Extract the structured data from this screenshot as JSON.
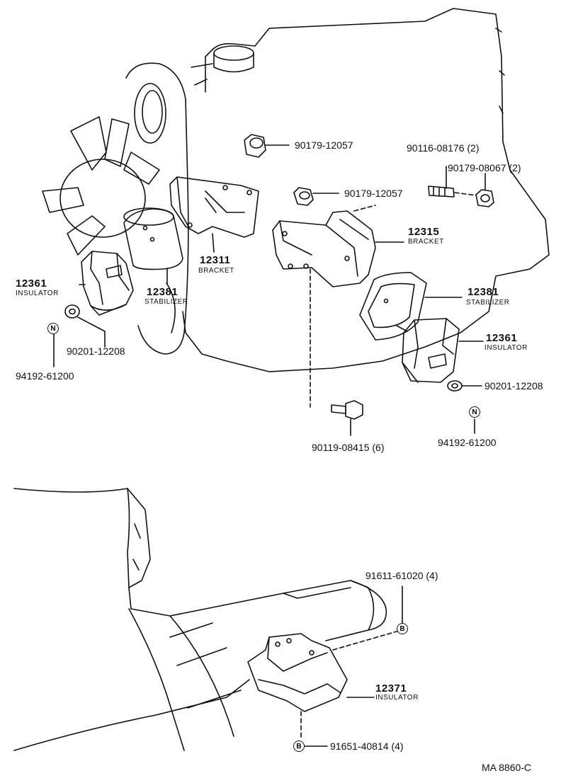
{
  "callouts": {
    "nut_left": "90179-12057",
    "nut_mid": "90179-12057",
    "stud": "90116-08176 (2)",
    "nut_right": "90179-08067 (2)",
    "bracket_right_num": "12315",
    "bracket_right_name": "BRACKET",
    "bracket_left_num": "12311",
    "bracket_left_name": "BRACKET",
    "insulator_left_num": "12361",
    "insulator_left_name": "INSULATOR",
    "stabilizer_left_num": "12381",
    "stabilizer_left_name": "STABILIZER",
    "stabilizer_right_num": "12381",
    "stabilizer_right_name": "STABILIZER",
    "insulator_right_num": "12361",
    "insulator_right_name": "INSULATOR",
    "washer_left": "90201-12208",
    "washer_right": "90201-12208",
    "nut_n_left": "94192-61200",
    "nut_n_right": "94192-61200",
    "bolt": "90119-08415 (6)",
    "bolt_b_top": "91611-61020 (4)",
    "rear_insulator_num": "12371",
    "rear_insulator_name": "INSULATOR",
    "bolt_b_bottom": "91651-40814 (4)",
    "drawing_code": "MA  8860-C"
  },
  "symbols": {
    "n": "N",
    "b": "B"
  }
}
